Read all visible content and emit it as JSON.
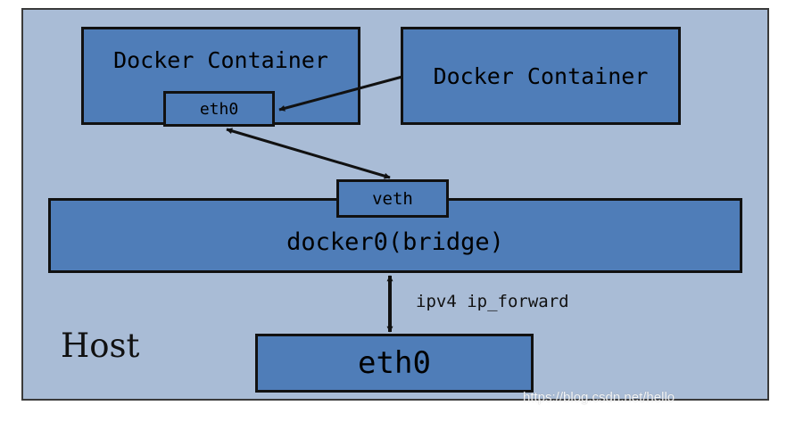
{
  "diagram": {
    "host_label": "Host",
    "container_left": "Docker Container",
    "container_right": "Docker Container",
    "container_eth": "eth0",
    "veth": "veth",
    "bridge": "docker0(bridge)",
    "host_eth": "eth0",
    "forward_label": "ipv4 ip_forward",
    "watermark": "https://blog.csdn.net/hello"
  },
  "colors": {
    "host_bg": "#a9bcd6",
    "box_fill": "#4f7db8",
    "border": "#111111"
  }
}
